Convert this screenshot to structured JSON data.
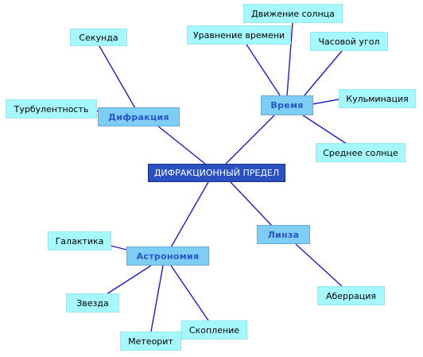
{
  "root": {
    "label": "ДИФРАКЦИОННЫЙ ПРЕДЕЛ"
  },
  "branches": {
    "difrakciya": {
      "label": "Дифракция",
      "children": [
        "Секунда",
        "Турбулентность"
      ]
    },
    "vremya": {
      "label": "Время",
      "children": [
        "Движение солнца",
        "Уравнение времени",
        "Часовой угол",
        "Кульминация",
        "Среднее солнце"
      ]
    },
    "astronomiya": {
      "label": "Астрономия",
      "children": [
        "Галактика",
        "Звезда",
        "Метеорит",
        "Скопление"
      ]
    },
    "linza": {
      "label": "Линза",
      "children": [
        "Аберрация"
      ]
    }
  },
  "colors": {
    "root_fill": "#2b51c0",
    "branch_fill": "#7ecdf4",
    "branch_text": "#2a56cc",
    "leaf_fill": "#a6f8ff",
    "edge": "#1c1ccc"
  }
}
